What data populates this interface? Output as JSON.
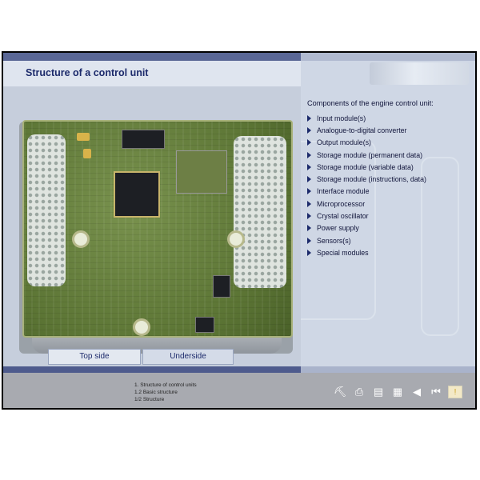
{
  "header": {
    "title": "Structure of a control unit"
  },
  "components": {
    "heading": "Components of the engine control unit:",
    "items": [
      "Input module(s)",
      "Analogue-to-digital converter",
      "Output module(s)",
      "Storage module (permanent data)",
      "Storage module (variable data)",
      "Storage module (instructions, data)",
      "Interface module",
      "Microprocessor",
      "Crystal oscillator",
      "Power supply",
      "Sensors(s)",
      "Special modules"
    ]
  },
  "tabs": {
    "top": "Top side",
    "under": "Underside"
  },
  "footer": {
    "breadcrumb": [
      "1. Structure of control units",
      "1.2 Basic structure",
      "1/2 Structure"
    ]
  },
  "nav": {
    "icons": [
      "tools-icon",
      "print-icon",
      "book-icon",
      "glossary-icon",
      "previous-icon",
      "first-page-icon",
      "info-icon"
    ],
    "glyphs": [
      "⛏",
      "⎙",
      "▤",
      "▦",
      "◀",
      "⏮",
      "!"
    ]
  }
}
